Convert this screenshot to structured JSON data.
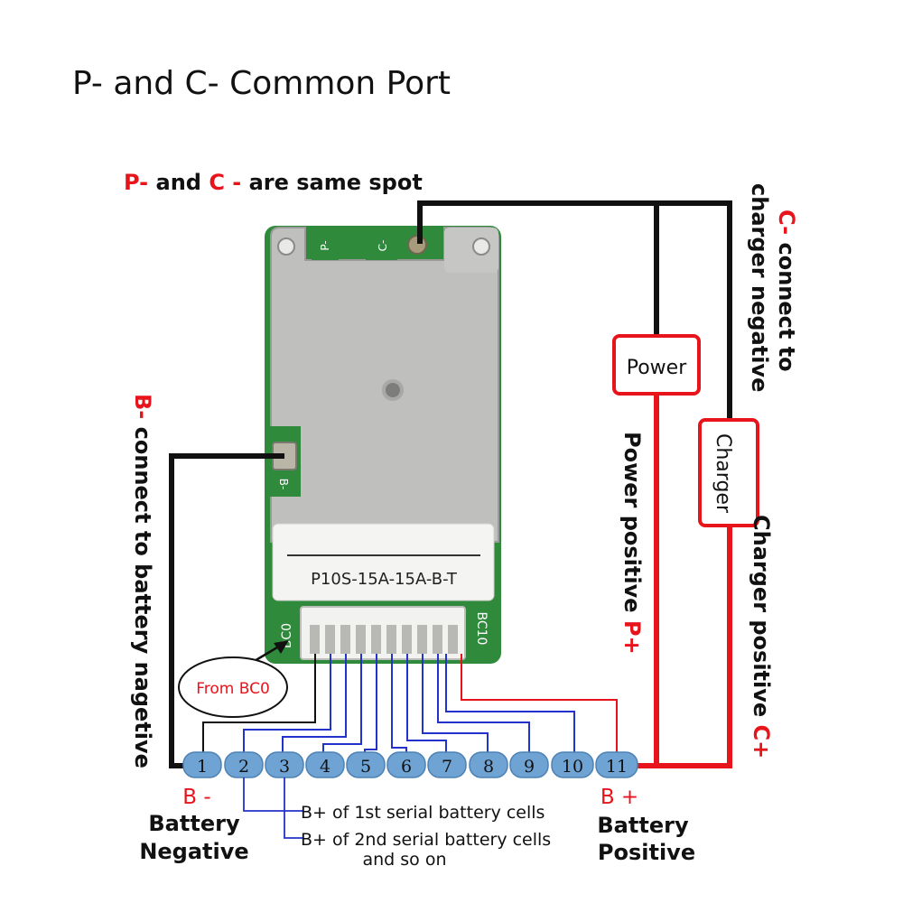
{
  "title": "P- and C- Common Port",
  "top_note": {
    "p": "P-",
    "and": " and ",
    "c": "C -",
    "rest": " are same spot"
  },
  "board": {
    "pad_p": "P-",
    "pad_c": "C-",
    "pad_b": "B-",
    "bc0": "BC0",
    "bc10": "BC10",
    "model": "P10S-15A-15A-B-T"
  },
  "left_label": {
    "red": "B-",
    "black": "connect to battery nagetive"
  },
  "right_label_c": {
    "red": "C-",
    "black_1": "connect to",
    "black_2": "charger negative"
  },
  "right_label_charger": {
    "black": "Charger positive",
    "red": "C+"
  },
  "right_label_power": {
    "black": "Power positive",
    "red": "P+"
  },
  "boxes": {
    "power": "Power",
    "charger": "Charger"
  },
  "from_bc0": "From BC0",
  "terminals": [
    "1",
    "2",
    "3",
    "4",
    "5",
    "6",
    "7",
    "8",
    "9",
    "10",
    "11"
  ],
  "bottom": {
    "b_minus": "B -",
    "battery_negative_1": "Battery",
    "battery_negative_2": "Negative",
    "b_plus": "B +",
    "battery_positive_1": "Battery",
    "battery_positive_2": "Positive",
    "note1": "B+ of 1st serial battery cells",
    "note2": "B+ of 2nd serial battery cells",
    "note3": "and so on"
  },
  "colors": {
    "red": "#e8141c",
    "black": "#111111",
    "blue": "#2233cc",
    "terminal": "#6fa3d4",
    "board": "#bfc0bd",
    "pcb_green": "#2f8a3b"
  }
}
